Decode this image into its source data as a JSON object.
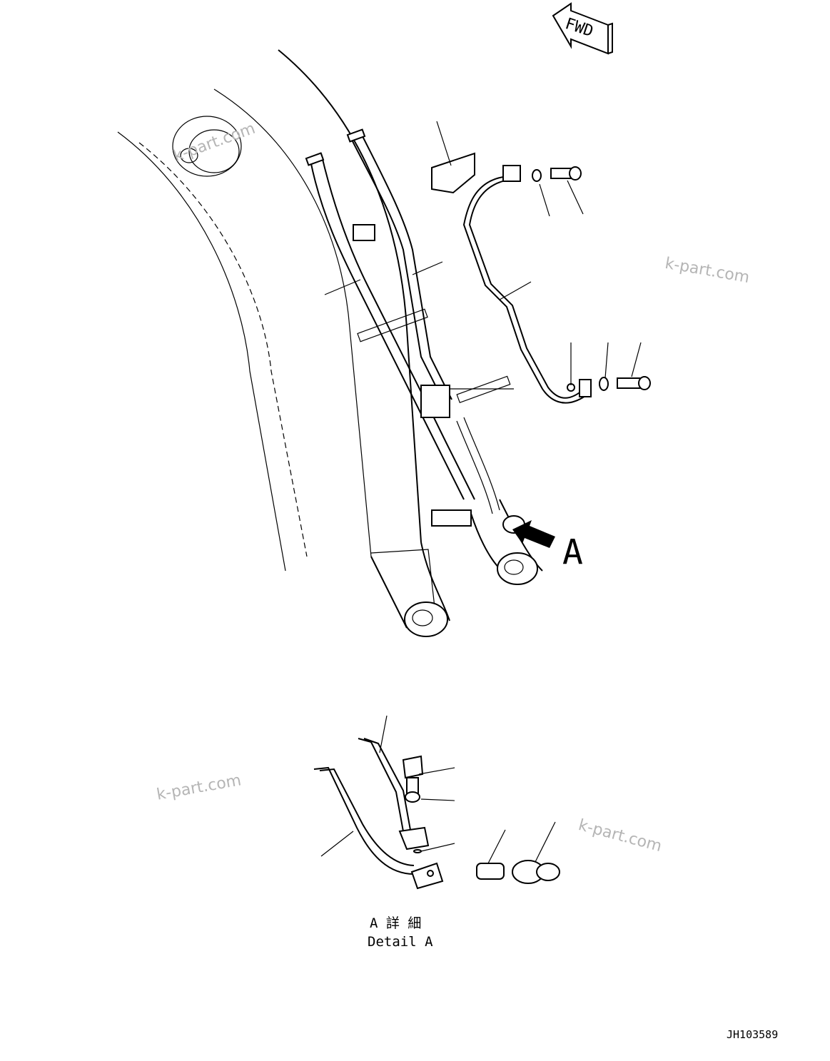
{
  "fwd_label": "FWD",
  "view_label": "A",
  "detail_title_jp": "A 詳 細",
  "detail_title_en": "Detail A",
  "drawing_number": "JH103589",
  "watermark": "k-part.com"
}
